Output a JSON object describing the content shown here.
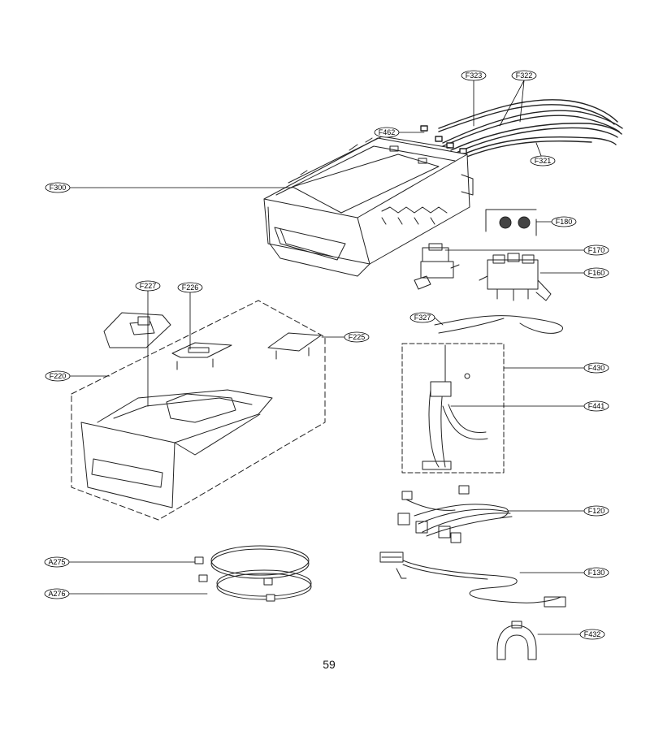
{
  "page": {
    "number": "59"
  },
  "callouts": {
    "F323": "F323",
    "F322": "F322",
    "F462": "F462",
    "F321": "F321",
    "F300": "F300",
    "F180": "F180",
    "F170": "F170",
    "F160": "F160",
    "F227": "F227",
    "F226": "F226",
    "F225": "F225",
    "F220": "F220",
    "F327": "F327",
    "F430": "F430",
    "F441": "F441",
    "F120": "F120",
    "F130": "F130",
    "F432": "F432",
    "A275": "A275",
    "A276": "A276"
  }
}
